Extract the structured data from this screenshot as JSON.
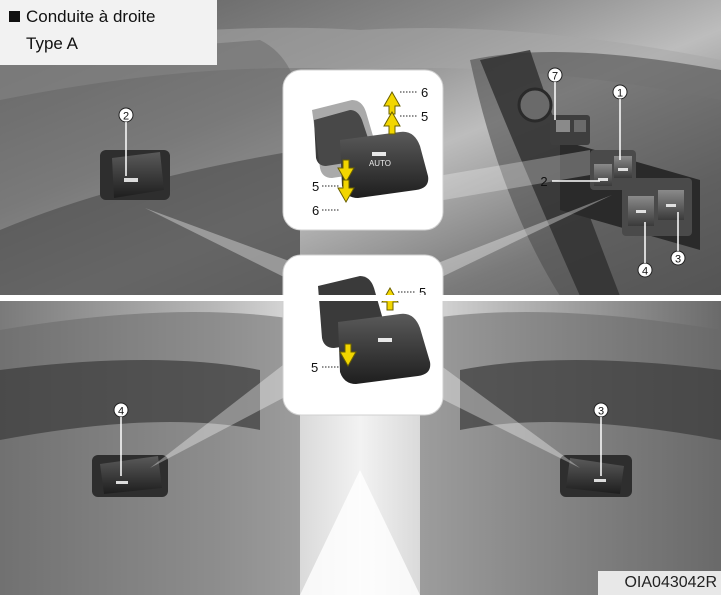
{
  "header": {
    "line1": "Conduite à droite",
    "line2": "Type A"
  },
  "figure_code": "OIA043042R",
  "callouts": {
    "n1": "1",
    "n2": "2",
    "n3": "3",
    "n4": "4",
    "n5": "5",
    "n6": "6",
    "n7": "7"
  },
  "switch_label": "AUTO",
  "colors": {
    "arrow": "#f2d600",
    "arrow_outline": "#6a6000",
    "background_dark": "#4a4a4a",
    "background_light": "#d8d8d8"
  }
}
